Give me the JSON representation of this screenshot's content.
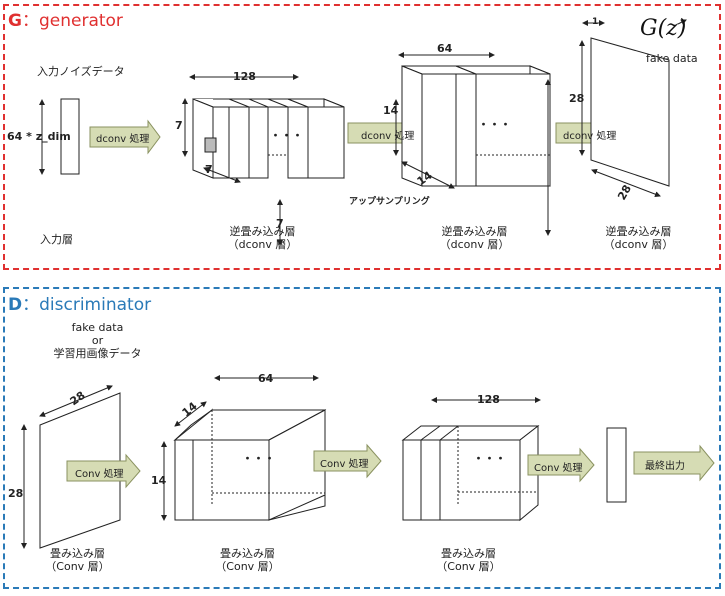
{
  "generator": {
    "title_letter": "G",
    "title_sep": "：",
    "title_word": "generator",
    "input_noise_label": "入力ノイズデータ",
    "input_dim_label": "64 * z_dim",
    "input_layer_label": "入力層",
    "dconv_label": "dconv 処理",
    "dims": {
      "d128": "128",
      "d7a": "7",
      "d7b": "7",
      "d7c": "7",
      "d64": "64",
      "d14a": "14",
      "d14b": "14",
      "d1": "1",
      "d28a": "28",
      "d28b": "28"
    },
    "dots": "・・・",
    "upsampling_label": "アップサンプリング",
    "layer_label_line1": "逆畳み込み層",
    "layer_label_line2": "（dconv 層）",
    "gz_label_g": "G(",
    "gz_label_z": "z",
    "gz_label_close": ")",
    "fake_data_label": "fake data"
  },
  "discriminator": {
    "title_letter": "D",
    "title_sep": "：",
    "title_word": "discriminator",
    "input_line1": "fake data",
    "input_line2": "or",
    "input_line3": "学習用画像データ",
    "conv_label": "Conv 処理",
    "final_output_label": "最終出力",
    "dims": {
      "d28a": "28",
      "d28b": "28",
      "d14a": "14",
      "d14b": "14",
      "d64": "64",
      "d128": "128"
    },
    "dots": "・・・",
    "layer_label_line1": "畳み込み層",
    "layer_label_line2": "（Conv 層）"
  },
  "colors": {
    "g_border": "#e03030",
    "d_border": "#2a7ab8",
    "arrow_fill": "#d6dcb4",
    "arrow_stroke": "#8a9260"
  }
}
